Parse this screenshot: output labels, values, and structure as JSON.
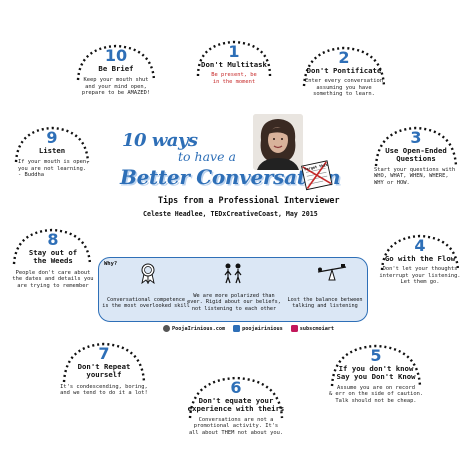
{
  "header": {
    "title_line1": "10 ways",
    "title_line2": "to have a",
    "title_line3": "Better Conversation",
    "subtitle": "Tips from a Professional Interviewer",
    "byline": "Celeste Headlee, TEDxCreativeCoast, May 2015",
    "tiny_note": "Forget this"
  },
  "tips": [
    {
      "num": "1",
      "title": "Don't Multitask",
      "desc": "Be present, be\nin the moment",
      "desc_color": "red"
    },
    {
      "num": "2",
      "title": "Don't Pontificate",
      "desc": "Enter every conversation\nassuming you have\nsomething to learn."
    },
    {
      "num": "3",
      "title": "Use Open-Ended\nQuestions",
      "desc": "Start your questions with\nWHO, WHAT, WHEN, WHERE,\nWHY or HOW."
    },
    {
      "num": "4",
      "title": "Go with the Flow",
      "desc": "Don't let your thoughts\ninterrupt your listening.\nLet them go."
    },
    {
      "num": "5",
      "title": "If you don't know\nSay you Don't Know",
      "desc": "Assume you are on record\n& err on the side of caution.\nTalk should not be cheap."
    },
    {
      "num": "6",
      "title": "Don't equate your\nexperience with theirs",
      "desc": "Conversations are not a\npromotional activity. It's\nall about THEM not about you."
    },
    {
      "num": "7",
      "title": "Don't Repeat\nyourself",
      "desc": "It's condescending, boring,\nand we tend to do it a lot!"
    },
    {
      "num": "8",
      "title": "Stay out of\nthe Weeds",
      "desc": "People don't care about\nthe dates and details you\nare trying to remember"
    },
    {
      "num": "9",
      "title": "Listen",
      "desc": "If your mouth is open,\nyou are not learning.\n- Buddha"
    },
    {
      "num": "10",
      "title": "Be Brief",
      "desc": "Keep your mouth shut\nand your mind open,\nprepare to be AMAZED!"
    }
  ],
  "why": {
    "label": "Why?",
    "items": [
      {
        "text": "Conversational competence\nis the most overlooked skill",
        "icon": "ribbon-award-icon"
      },
      {
        "text": "We are more polarized than\never. Rigid about our beliefs,\nnot listening to each other",
        "icon": "two-people-icon"
      },
      {
        "text": "Lost the balance between\ntalking and listening",
        "icon": "seesaw-icon"
      }
    ]
  },
  "social": [
    {
      "handle": "PoojaIrinious.com",
      "icon": "globe-icon",
      "color": "#555555"
    },
    {
      "handle": "poojairinious",
      "icon": "twitter-icon",
      "color": "#2e6fb7"
    },
    {
      "handle": "subscmoiart",
      "icon": "instagram-icon",
      "color": "#c2185b"
    }
  ],
  "colors": {
    "accent": "#2e6fb7",
    "panel": "#dbe7f5",
    "red": "#c62828"
  }
}
